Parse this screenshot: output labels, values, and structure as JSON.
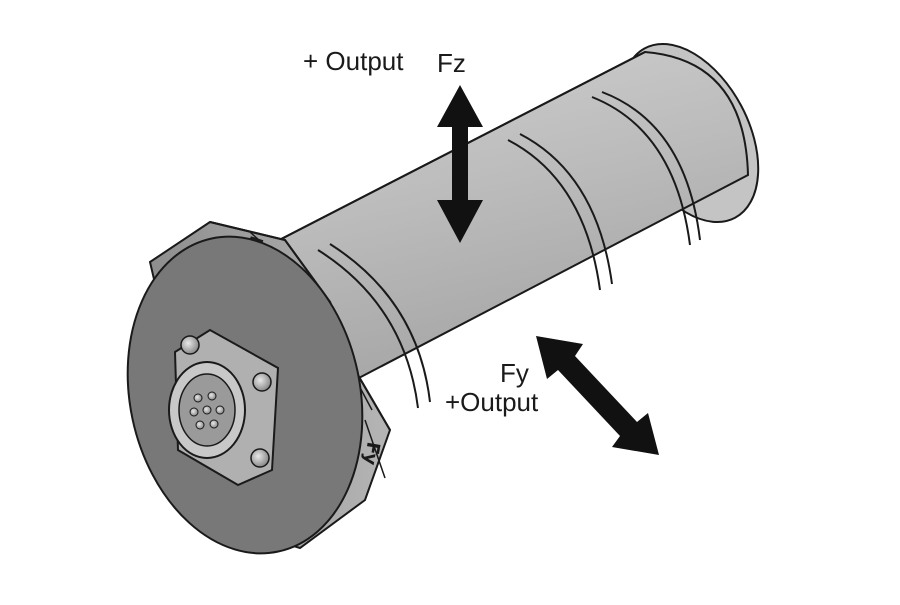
{
  "labels": {
    "fz_output": "+ Output",
    "fz": "Fz",
    "fy": "Fy",
    "fy_output": "+Output"
  },
  "flange_marks": {
    "fz": "Fz",
    "fy": "Fy"
  },
  "colors": {
    "body": "#bdbdbd",
    "body_dark": "#9e9e9e",
    "flange_face": "#7a7a7a",
    "flange_rim": "#a3a3a3",
    "outline": "#1a1a1a",
    "arrow": "#111111"
  }
}
